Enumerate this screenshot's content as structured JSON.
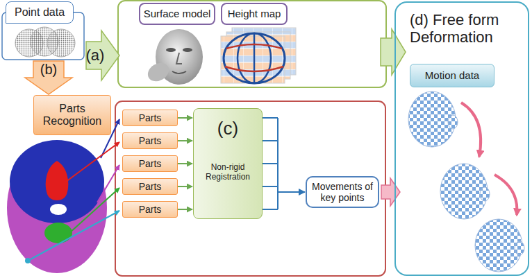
{
  "diagram": {
    "nodes": [
      {
        "text": [
          "Point data"
        ]
      },
      {
        "text": [
          "Surface model"
        ]
      },
      {
        "text": [
          "Height map"
        ]
      },
      {
        "text": [
          "(d) Free form Deformation"
        ]
      },
      {
        "text": [
          "Motion data"
        ],
        "in": 3
      },
      {
        "text": [
          "Parts Recognition"
        ]
      },
      {
        "text": [
          "Parts"
        ]
      },
      {
        "text": [
          "Parts"
        ]
      },
      {
        "text": [
          "Parts"
        ]
      },
      {
        "text": [
          "Parts"
        ]
      },
      {
        "text": [
          "Parts"
        ]
      },
      {
        "text": [
          "(c)",
          "Non-rigid Registration"
        ]
      },
      {
        "text": [
          "Movements of key points"
        ]
      }
    ],
    "edges": [
      {
        "from": 6,
        "to": 11,
        "arrow": "to"
      },
      {
        "from": 7,
        "to": 11,
        "arrow": "to"
      },
      {
        "from": 8,
        "to": 11,
        "arrow": "to"
      },
      {
        "from": 9,
        "to": 11,
        "arrow": "to"
      },
      {
        "from": 10,
        "to": 11,
        "arrow": "to"
      },
      {
        "from": 11,
        "to": 12,
        "arrow": "to"
      },
      {
        "from": 12,
        "to": 3,
        "arrow": "to"
      }
    ],
    "labels": [
      "(a)",
      "(b)"
    ]
  }
}
